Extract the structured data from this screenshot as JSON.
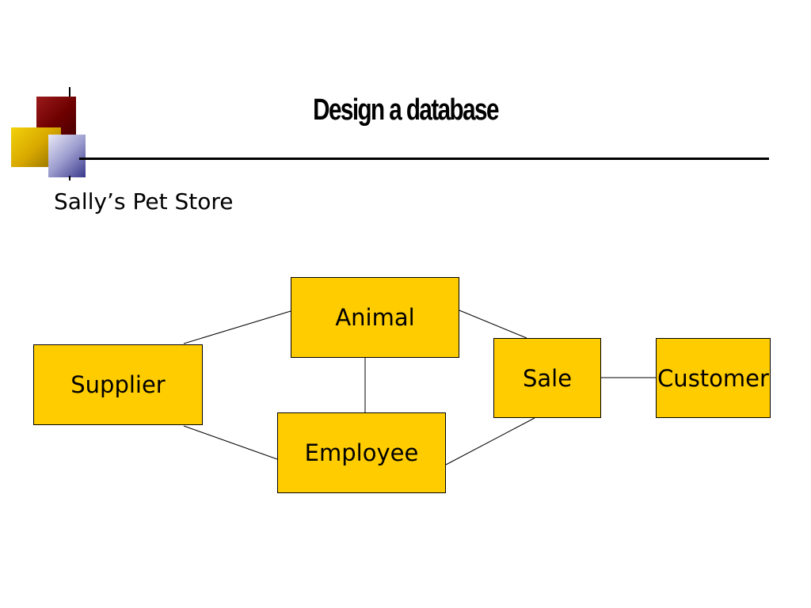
{
  "slide": {
    "title": "Design a database",
    "subtitle": "Sally’s Pet Store"
  },
  "diagram": {
    "entities": {
      "animal": "Animal",
      "supplier": "Supplier",
      "employee": "Employee",
      "sale": "Sale",
      "customer": "Customer"
    },
    "relationships": [
      [
        "supplier",
        "animal"
      ],
      [
        "supplier",
        "employee"
      ],
      [
        "animal",
        "employee"
      ],
      [
        "animal",
        "sale"
      ],
      [
        "employee",
        "sale"
      ],
      [
        "sale",
        "customer"
      ]
    ]
  },
  "colors": {
    "entity_fill": "#ffcc00",
    "accent_red": "#6e0000",
    "accent_gold": "#d8a800",
    "accent_blue": "#9d9dcf"
  }
}
